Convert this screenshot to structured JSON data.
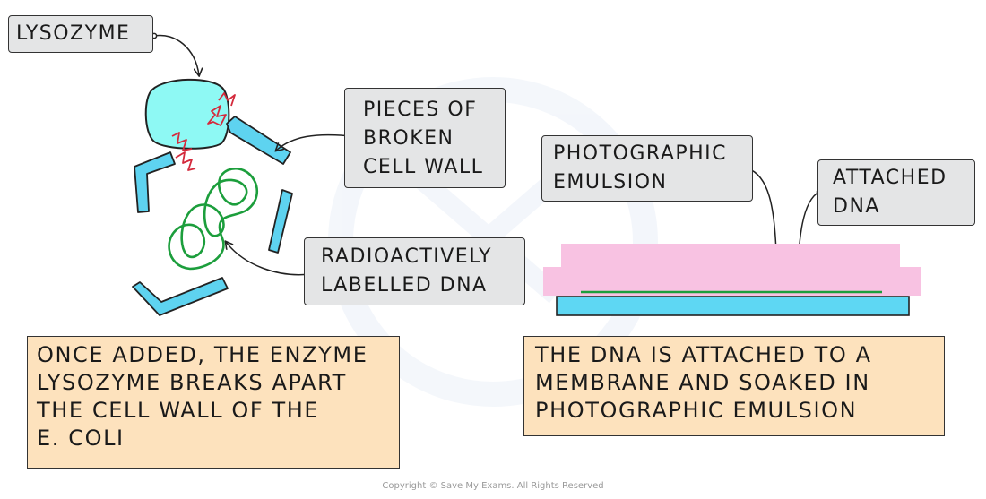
{
  "labels": {
    "lysozyme": "LYSOZYME",
    "broken_wall": "PIECES OF\nBROKEN\nCELL WALL",
    "radioactive_dna": "RADIOACTIVELY\nLABELLED DNA",
    "photographic_emulsion": "PHOTOGRAPHIC\nEMULSION",
    "attached_dna": "ATTACHED\nDNA"
  },
  "captions": {
    "left": "ONCE ADDED, THE ENZYME\nLYSOZYME BREAKS APART\nTHE CELL WALL OF THE\nE. COLI",
    "right": "THE DNA IS ATTACHED TO A\nMEMBRANE AND SOAKED IN\nPHOTOGRAPHIC EMULSION"
  },
  "footer": {
    "copyright": "Copyright © Save My Exams. All Rights Reserved"
  },
  "colors": {
    "lysozyme_fill": "#8ef9f4",
    "cell_wall": "#5ed3f0",
    "dna_loop": "#1c9e3c",
    "break_marks": "#d42a3c",
    "emulsion": "#f8c2e2",
    "membrane": "#5ed7f3",
    "label_box": "#e4e5e6",
    "caption_box": "#fde2bd"
  }
}
